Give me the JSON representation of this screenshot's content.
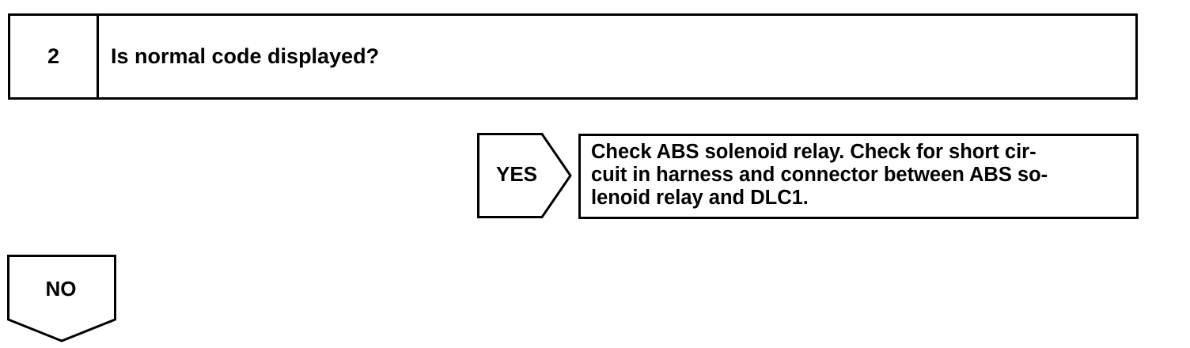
{
  "step": {
    "number": "2",
    "question": "Is normal code displayed?"
  },
  "yes_branch": {
    "label": "YES",
    "result": "Check ABS solenoid relay. Check for short cir-\ncuit in harness and connector between ABS so-\nlenoid relay and DLC1."
  },
  "no_branch": {
    "label": "NO"
  }
}
